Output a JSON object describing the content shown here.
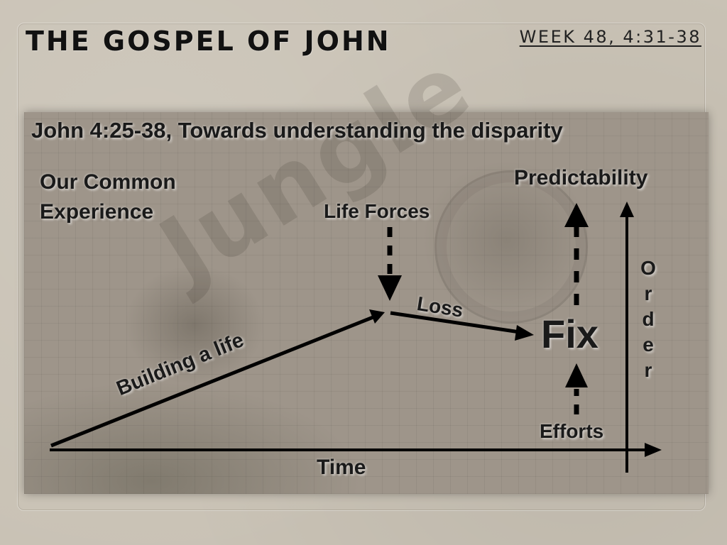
{
  "slide": {
    "title": "THE GOSPEL OF JOHN",
    "week": "WEEK 48, 4:31-38"
  },
  "diagram": {
    "heading": "John 4:25-38, Towards understanding the disparity",
    "common_experience": "Our Common\nExperience",
    "predictability": "Predictability",
    "life_forces": "Life Forces",
    "loss": "Loss",
    "building": "Building a life",
    "fix": "Fix",
    "efforts": "Efforts",
    "time": "Time",
    "order_letters": [
      "O",
      "r",
      "d",
      "e",
      "r"
    ],
    "watermark": "Jungle",
    "line_color": "#000000"
  }
}
